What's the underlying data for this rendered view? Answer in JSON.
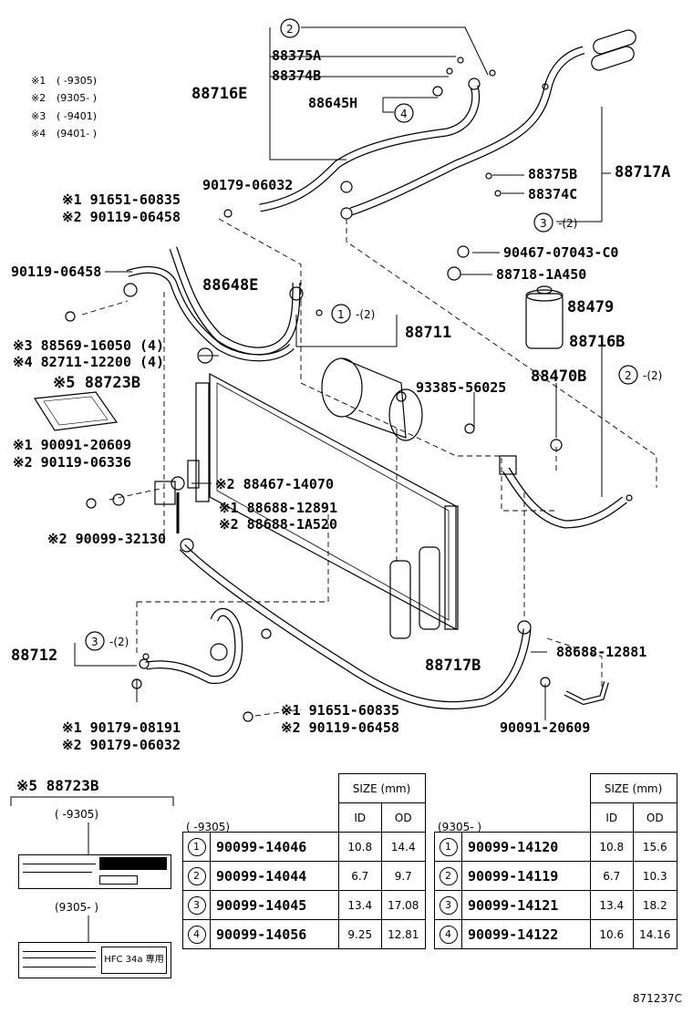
{
  "legend": [
    {
      "mark": "※1",
      "range": "(        -9305)"
    },
    {
      "mark": "※2",
      "range": "(9305-        )"
    },
    {
      "mark": "※3",
      "range": "(        -9401)"
    },
    {
      "mark": "※4",
      "range": "(9401-        )"
    }
  ],
  "callouts": {
    "c2_top": "2",
    "c4": "4",
    "c3_right": "3",
    "c3_right_qty": "-(2)",
    "c1_mid": "1",
    "c1_mid_qty": "-(2)",
    "c2_right": "2",
    "c2_right_qty": "-(2)",
    "c3_left": "3",
    "c3_left_qty": "-(2)"
  },
  "parts": {
    "p88375A": "88375A",
    "p88374B": "88374B",
    "p88716E": "88716E",
    "p88645H": "88645H",
    "p88375B": "88375B",
    "p88717A": "88717A",
    "p88374C": "88374C",
    "p90179_06032_top": "90179-06032",
    "p_s1_91651_60835_top": "※1 91651-60835",
    "p_s2_90119_06458_top": "※2 90119-06458",
    "p90467": "90467-07043-C0",
    "p88718": "88718-1A450",
    "p90119_06458": "90119-06458",
    "p88648E": "88648E",
    "p88479": "88479",
    "p88711": "88711",
    "p_s3_88569": "※3 88569-16050 (4)",
    "p_s4_82711": "※4 82711-12200 (4)",
    "p88716B": "88716B",
    "p_s5_88723B": "※5 88723B",
    "p88470B": "88470B",
    "p93385": "93385-56025",
    "p_s1_90091": "※1 90091-20609",
    "p_s2_90119_06336": "※2 90119-06336",
    "p_s2_88467": "※2 88467-14070",
    "p_s1_88688_12891": "※1 88688-12891",
    "p_s2_88688_1A520": "※2 88688-1A520",
    "p_s2_90099_32130": "※2 90099-32130",
    "p88712": "88712",
    "p88717B": "88717B",
    "p88688_12881": "88688-12881",
    "p_s1_91651_60835_bot": "※1 91651-60835",
    "p_s2_90119_06458_bot": "※2 90119-06458",
    "p90091_20609": "90091-20609",
    "p_s1_90179_08191": "※1 90179-08191",
    "p_s2_90179_06032": "※2 90179-06032"
  },
  "label_block": {
    "title": "※5 88723B",
    "range1": "(        -9305)",
    "range2": "(9305-        )",
    "sticker_text": "HFC 34a 專用"
  },
  "table_left": {
    "caption": "(        -9305)",
    "size_header": "SIZE (mm)",
    "col_id": "ID",
    "col_od": "OD",
    "rows": [
      {
        "n": "1",
        "part": "90099-14046",
        "id": "10.8",
        "od": "14.4"
      },
      {
        "n": "2",
        "part": "90099-14044",
        "id": "6.7",
        "od": "9.7"
      },
      {
        "n": "3",
        "part": "90099-14045",
        "id": "13.4",
        "od": "17.08"
      },
      {
        "n": "4",
        "part": "90099-14056",
        "id": "9.25",
        "od": "12.81"
      }
    ]
  },
  "table_right": {
    "caption": "(9305-        )",
    "size_header": "SIZE (mm)",
    "col_id": "ID",
    "col_od": "OD",
    "rows": [
      {
        "n": "1",
        "part": "90099-14120",
        "id": "10.8",
        "od": "15.6"
      },
      {
        "n": "2",
        "part": "90099-14119",
        "id": "6.7",
        "od": "10.3"
      },
      {
        "n": "3",
        "part": "90099-14121",
        "id": "13.4",
        "od": "18.2"
      },
      {
        "n": "4",
        "part": "90099-14122",
        "id": "10.6",
        "od": "14.16"
      }
    ]
  },
  "footer": {
    "code": "871237C"
  }
}
